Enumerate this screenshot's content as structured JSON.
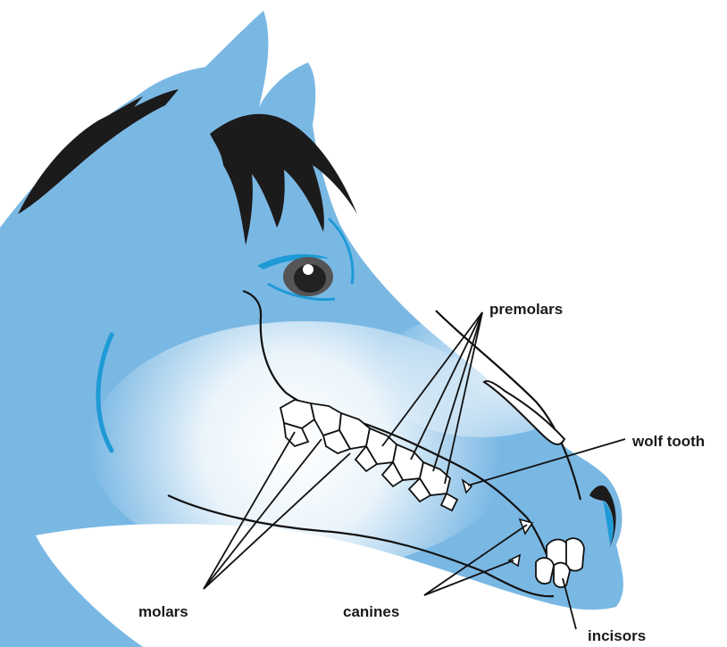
{
  "labels": {
    "premolars": "premolars",
    "wolf_tooth": "wolf tooth",
    "molars": "molars",
    "canines": "canines",
    "incisors": "incisors"
  },
  "colors": {
    "head": "#7ab8e4",
    "mane": "#1b1b1b",
    "accent": "#1e9ad6",
    "outline": "#111111",
    "tooth": "#ffffff",
    "eye": "#333333"
  }
}
